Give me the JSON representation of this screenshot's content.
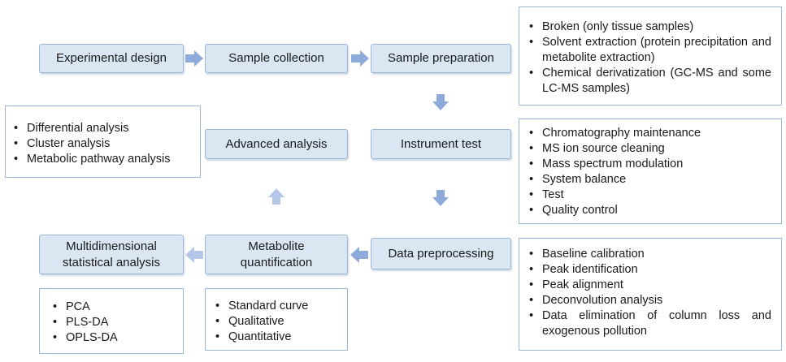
{
  "steps": {
    "experimental_design": "Experimental design",
    "sample_collection": "Sample collection",
    "sample_preparation": "Sample preparation",
    "instrument_test": "Instrument test",
    "data_preprocessing": "Data preprocessing",
    "metabolite_quantification": "Metabolite quantification",
    "multidimensional_analysis": "Multidimensional statistical analysis",
    "advanced_analysis": "Advanced analysis"
  },
  "notes": {
    "sample_preparation": [
      "Broken (only tissue samples)",
      "Solvent extraction (protein precipitation and metabolite extraction)",
      "Chemical derivatization (GC-MS and some LC-MS samples)"
    ],
    "instrument_test": [
      "Chromatography maintenance",
      "MS ion source cleaning",
      "Mass spectrum modulation",
      "System balance",
      "Test",
      "Quality control"
    ],
    "data_preprocessing": [
      "Baseline calibration",
      "Peak identification",
      "Peak alignment",
      "Deconvolution analysis",
      "Data elimination of  column loss and exogenous pollution"
    ],
    "advanced_analysis": [
      "Differential analysis",
      "Cluster analysis",
      "Metabolic pathway analysis"
    ],
    "multidimensional_analysis": [
      "PCA",
      "PLS-DA",
      "OPLS-DA"
    ],
    "metabolite_quantification": [
      "Standard curve",
      "Qualitative",
      "Quantitative"
    ]
  },
  "colors": {
    "box_fill": "#dae6f2",
    "box_border": "#9db7d6",
    "arrow_primary": "#8eaadb",
    "arrow_faded": "#b4c7e7"
  }
}
